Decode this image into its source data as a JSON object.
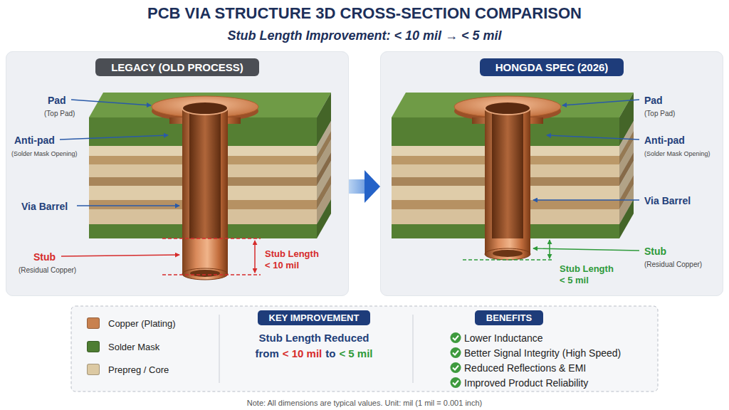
{
  "diagram": {
    "title": "PCB VIA STRUCTURE 3D CROSS-SECTION COMPARISON",
    "nodes": [
      {
        "text": [
          "LEGACY (OLD PROCESS)"
        ]
      },
      {
        "text": [
          "HONGDA SPEC (2026)"
        ]
      },
      {
        "text": [
          "KEY IMPROVEMENT"
        ]
      },
      {
        "text": [
          "BENEFITS"
        ]
      }
    ],
    "edges": [
      {
        "from": 0,
        "to": 1,
        "arrow": "to"
      }
    ],
    "labels": [
      "Stub Length Improvement: < 10 mil → < 5 mil",
      "Pad",
      "(Top Pad)",
      "Anti-pad",
      "(Solder Mask Opening)",
      "Via Barrel",
      "Stub",
      "(Residual Copper)",
      "Stub Length",
      "< 10 mil",
      "Pad",
      "(Top Pad)",
      "Anti-pad",
      "(Solder Mask Opening)",
      "Via Barrel",
      "Stub",
      "(Residual Copper)",
      "Stub Length",
      "< 5 mil",
      "Stub Length Reduced",
      "from",
      "< 10 mil",
      "to",
      "< 5 mil",
      "Lower Inductance",
      "Better Signal Integrity (High Speed)",
      "Reduced Reflections & EMI",
      "Improved Product Reliability",
      "Note: All dimensions are typical values. Unit: mil (1 mil = 0.001 inch)"
    ],
    "legend": [
      {
        "text": "Copper (Plating)",
        "color": "#c8814f"
      },
      {
        "text": "Solder Mask",
        "color": "#4e7d32"
      },
      {
        "text": "Prepreg / Core",
        "color": "#dcc9a3"
      }
    ]
  }
}
